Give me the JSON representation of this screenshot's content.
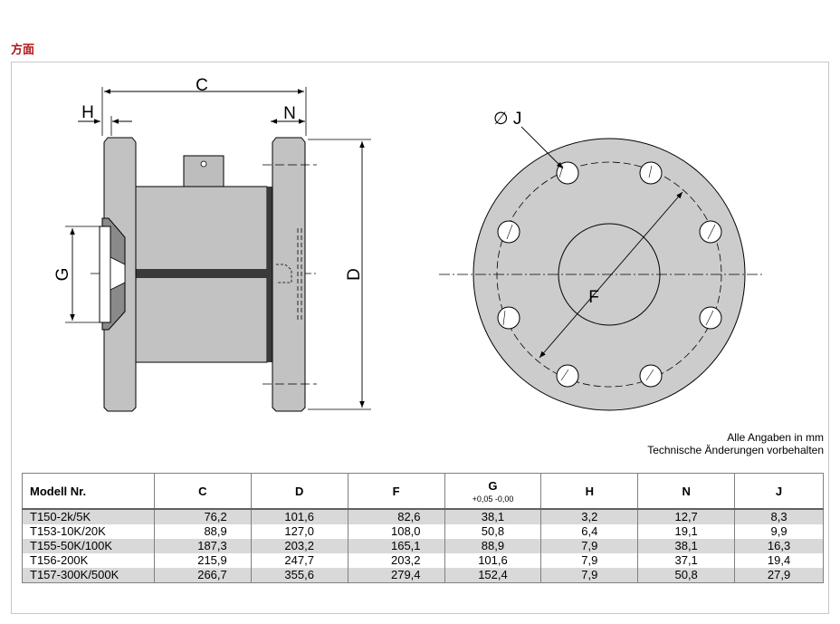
{
  "heading": "方面",
  "drawing": {
    "side_labels": {
      "c": "C",
      "h": "H",
      "n": "N",
      "d": "D",
      "g": "G"
    },
    "front_labels": {
      "j": "∅ J",
      "f": "F"
    }
  },
  "notes": [
    "Alle Angaben in mm",
    "Technische Änderungen vorbehalten"
  ],
  "table": {
    "headers": [
      "Modell Nr.",
      "C",
      "D",
      "F",
      "G",
      "H",
      "N",
      "J"
    ],
    "g_tolerance": "+0,05  -0,00",
    "rows": [
      [
        "T150-2k/5K",
        "76,2",
        "101,6",
        "82,6",
        "38,1",
        "3,2",
        "12,7",
        "8,3"
      ],
      [
        "T153-10K/20K",
        "88,9",
        "127,0",
        "108,0",
        "50,8",
        "6,4",
        "19,1",
        "9,9"
      ],
      [
        "T155-50K/100K",
        "187,3",
        "203,2",
        "165,1",
        "88,9",
        "7,9",
        "38,1",
        "16,3"
      ],
      [
        "T156-200K",
        "215,9",
        "247,7",
        "203,2",
        "101,6",
        "7,9",
        "37,1",
        "19,4"
      ],
      [
        "T157-300K/500K",
        "266,7",
        "355,6",
        "279,4",
        "152,4",
        "7,9",
        "50,8",
        "27,9"
      ]
    ]
  }
}
